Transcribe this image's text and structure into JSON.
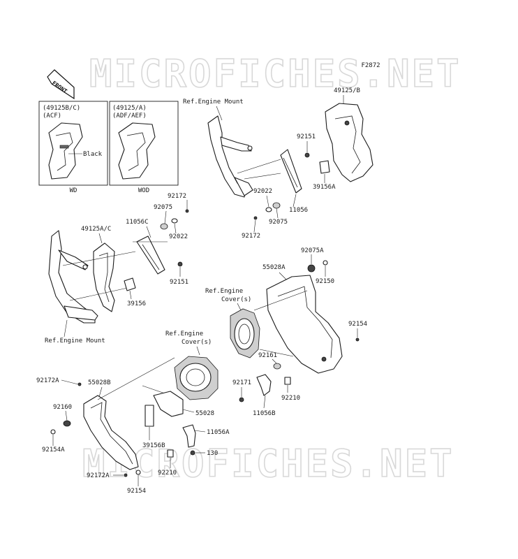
{
  "watermark": "MICROFICHES.NET",
  "figure_code": "F2872",
  "front_label": "FRONT",
  "insets": [
    {
      "code": "(49125B/C)",
      "variant": "(ACF)",
      "caption": "WD",
      "note": "Black"
    },
    {
      "code": "(49125/A)",
      "variant": "(ADF/AEF)",
      "caption": "WOD"
    }
  ],
  "labels": {
    "ref_engine_mount_top": "Ref.Engine Mount",
    "p49125B": "49125/B",
    "p92151_top": "92151",
    "p92022_top": "92022",
    "p11056": "11056",
    "p39156A": "39156A",
    "p92075_top": "92075",
    "p92172_top": "92172",
    "p92172_left": "92172",
    "p92075_left": "92075",
    "p11056C": "11056C",
    "p49125AC": "49125A/C",
    "p92022_left": "92022",
    "p92151_left": "92151",
    "p39156": "39156",
    "ref_engine_mount_left": "Ref.Engine Mount",
    "p92075A": "92075A",
    "p55028A": "55028A",
    "ref_engine_cover_1a": "Ref.Engine",
    "ref_engine_cover_1b": "Cover(s)",
    "p92150": "92150",
    "p92154_right": "92154",
    "p92161": "92161",
    "ref_engine_cover_2a": "Ref.Engine",
    "ref_engine_cover_2b": "Cover(s)",
    "p92171": "92171",
    "p92210_right": "92210",
    "p11056B": "11056B",
    "p92172A_top": "92172A",
    "p55028B": "55028B",
    "p92160": "92160",
    "p92154A": "92154A",
    "p55028": "55028",
    "p39156B": "39156B",
    "p11056A": "11056A",
    "p130": "130",
    "p92210_bottom": "92210",
    "p92172A_bottom": "92172A",
    "p92154_bottom": "92154"
  }
}
